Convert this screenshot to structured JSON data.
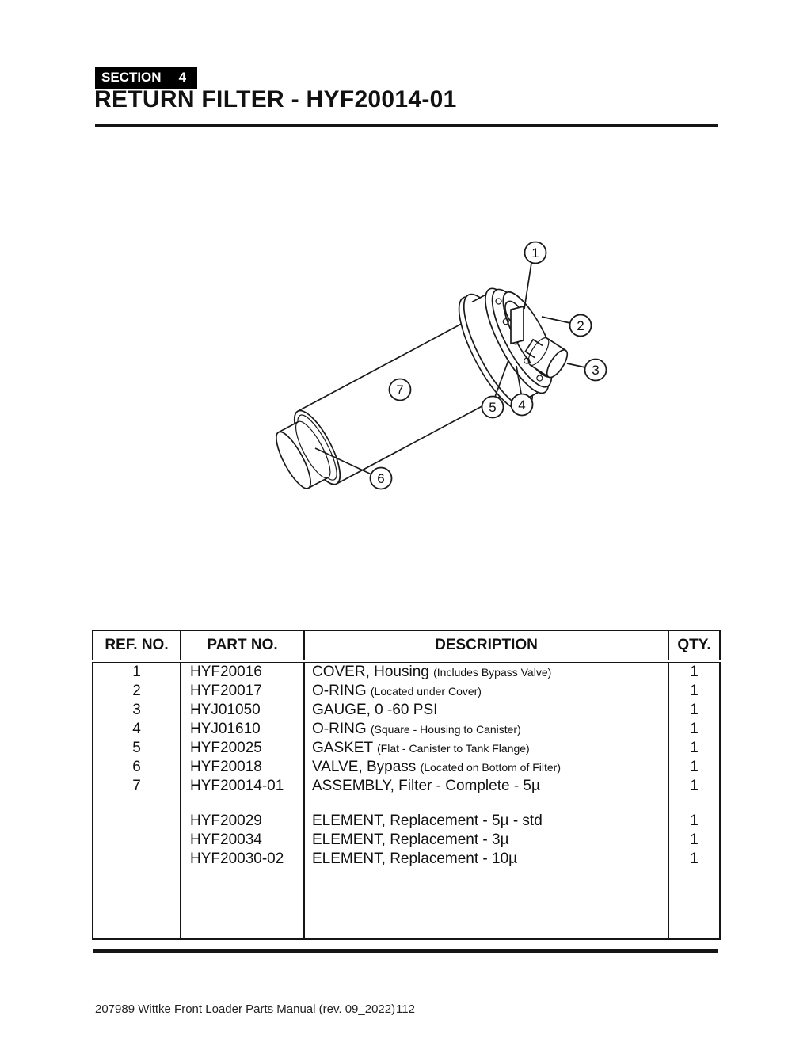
{
  "page": {
    "section_label": "SECTION",
    "section_number": "4",
    "title": "RETURN FILTER - HYF20014-01",
    "footer_text": "207989 Wittke Front Loader Parts Manual (rev. 09_2022)",
    "footer_page": "112"
  },
  "colors": {
    "ink": "#111111",
    "badge_bg": "#000000",
    "badge_fg": "#ffffff"
  },
  "diagram": {
    "description": "Isometric exploded line drawing of return filter assembly with numbered callouts",
    "callouts": [
      "1",
      "2",
      "3",
      "4",
      "5",
      "6",
      "7"
    ]
  },
  "table": {
    "headers": {
      "ref": "REF. NO.",
      "part": "PART NO.",
      "desc": "DESCRIPTION",
      "qty": "QTY."
    },
    "rows": [
      {
        "ref": "1",
        "part": "HYF20016",
        "desc": "COVER, Housing",
        "note": "(Includes Bypass Valve)",
        "qty": "1"
      },
      {
        "ref": "2",
        "part": "HYF20017",
        "desc": "O-RING",
        "note": "(Located under Cover)",
        "qty": "1"
      },
      {
        "ref": "3",
        "part": "HYJ01050",
        "desc": "GAUGE, 0 -60 PSI",
        "note": "",
        "qty": "1"
      },
      {
        "ref": "4",
        "part": "HYJ01610",
        "desc": "O-RING",
        "note": "(Square - Housing to Canister)",
        "qty": "1"
      },
      {
        "ref": "5",
        "part": "HYF20025",
        "desc": "GASKET",
        "note": "(Flat - Canister to Tank Flange)",
        "qty": "1"
      },
      {
        "ref": "6",
        "part": "HYF20018",
        "desc": "VALVE, Bypass",
        "note": "(Located on Bottom of Filter)",
        "qty": "1"
      },
      {
        "ref": "7",
        "part": "HYF20014-01",
        "desc": "ASSEMBLY, Filter - Complete - 5µ",
        "note": "",
        "qty": "1"
      },
      {
        "ref": "",
        "part": "",
        "desc": "",
        "note": "",
        "qty": ""
      },
      {
        "ref": "",
        "part": "HYF20029",
        "desc": "ELEMENT, Replacement - 5µ - std",
        "note": "",
        "qty": "1"
      },
      {
        "ref": "",
        "part": "HYF20034",
        "desc": "ELEMENT, Replacement - 3µ",
        "note": "",
        "qty": "1"
      },
      {
        "ref": "",
        "part": "HYF20030-02",
        "desc": "ELEMENT, Replacement - 10µ",
        "note": "",
        "qty": "1"
      }
    ]
  }
}
